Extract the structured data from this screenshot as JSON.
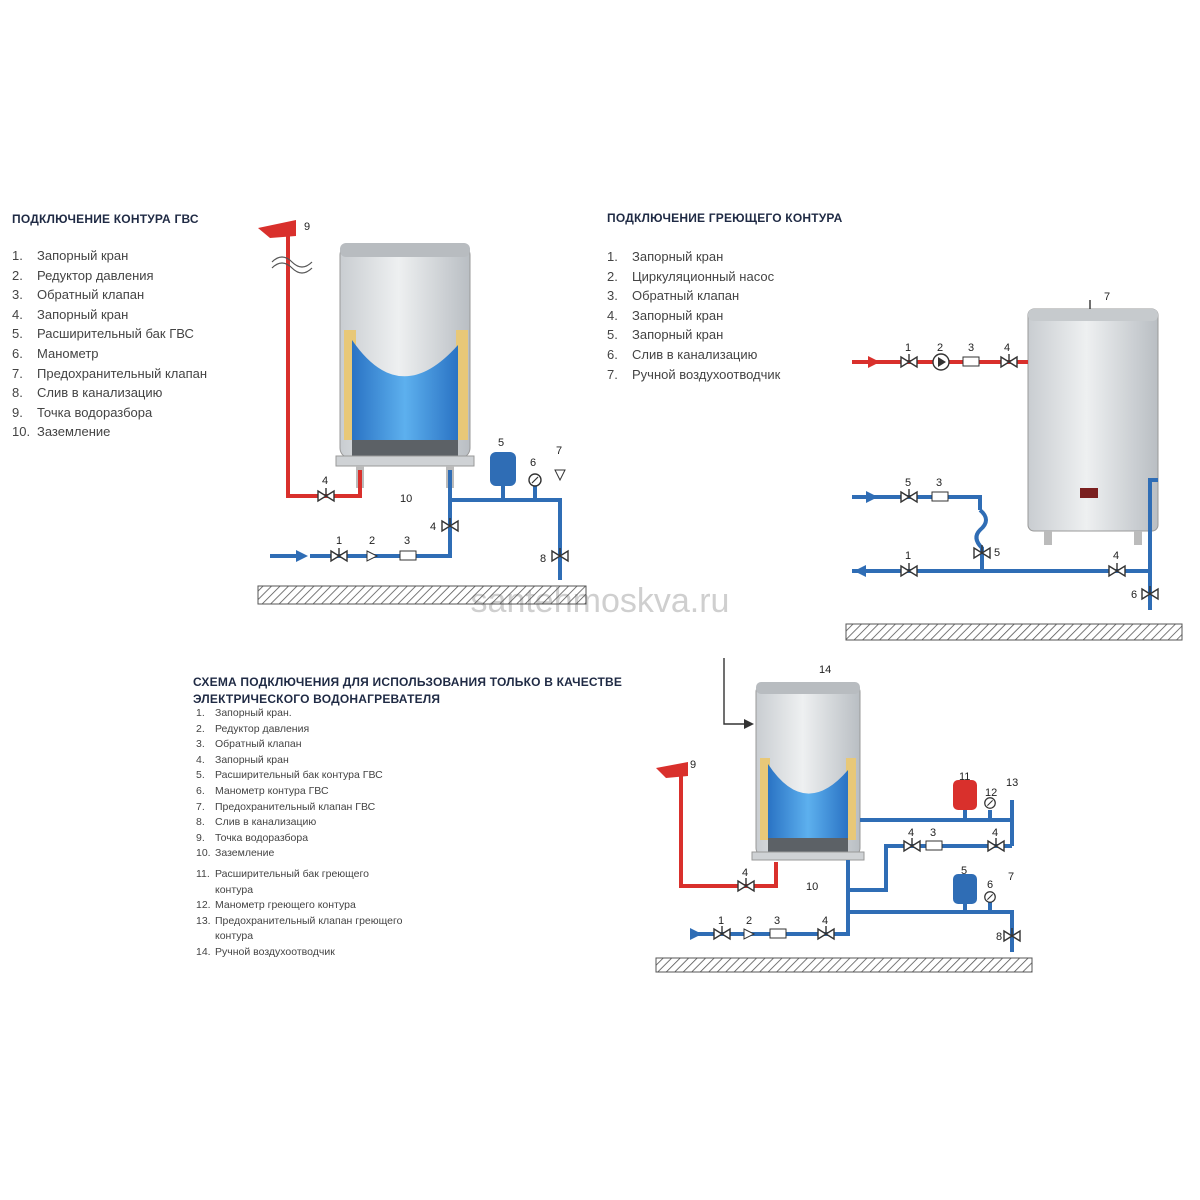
{
  "dhw_section": {
    "title": "ПОДКЛЮЧЕНИЕ КОНТУРА ГВС",
    "items": [
      {
        "num": "1.",
        "text": "Запорный кран"
      },
      {
        "num": "2.",
        "text": "Редуктор давления"
      },
      {
        "num": "3.",
        "text": "Обратный клапан"
      },
      {
        "num": "4.",
        "text": "Запорный кран"
      },
      {
        "num": "5.",
        "text": "Расширительный бак ГВС"
      },
      {
        "num": "6.",
        "text": "Манометр"
      },
      {
        "num": "7.",
        "text": "Предохранительный клапан"
      },
      {
        "num": "8.",
        "text": "Слив в канализацию"
      },
      {
        "num": "9.",
        "text": "Точка водоразбора"
      },
      {
        "num": "10.",
        "text": "Заземление"
      }
    ]
  },
  "heating_section": {
    "title": "ПОДКЛЮЧЕНИЕ ГРЕЮЩЕГО КОНТУРА",
    "items": [
      {
        "num": "1.",
        "text": "Запорный кран"
      },
      {
        "num": "2.",
        "text": "Циркуляционный насос"
      },
      {
        "num": "3.",
        "text": "Обратный клапан"
      },
      {
        "num": "4.",
        "text": "Запорный кран"
      },
      {
        "num": "5.",
        "text": "Запорный кран"
      },
      {
        "num": "6.",
        "text": "Слив в канализацию"
      },
      {
        "num": "7.",
        "text": "Ручной воздухоотводчик"
      }
    ]
  },
  "electric_section": {
    "title": "СХЕМА ПОДКЛЮЧЕНИЯ ДЛЯ ИСПОЛЬЗОВАНИЯ ТОЛЬКО В КАЧЕСТВЕ ЭЛЕКТРИЧЕСКОГО ВОДОНАГРЕВАТЕЛЯ",
    "items": [
      {
        "num": "1.",
        "text": "Запорный кран."
      },
      {
        "num": "2.",
        "text": "Редуктор давления"
      },
      {
        "num": "3.",
        "text": "Обратный клапан"
      },
      {
        "num": "4.",
        "text": "Запорный кран"
      },
      {
        "num": "5.",
        "text": "Расширительный бак контура ГВС"
      },
      {
        "num": "6.",
        "text": "Манометр контура ГВС"
      },
      {
        "num": "7.",
        "text": "Предохранительный клапан ГВС"
      },
      {
        "num": "8.",
        "text": "Слив в канализацию"
      },
      {
        "num": "9.",
        "text": "Точка водоразбора"
      },
      {
        "num": "10.",
        "text": "Заземление"
      },
      {
        "num": "11.",
        "text": "Расширительный бак греющего контура"
      },
      {
        "num": "12.",
        "text": "Манометр греющего контура"
      },
      {
        "num": "13.",
        "text": "Предохранительный клапан греющего контура"
      },
      {
        "num": "14.",
        "text": "Ручной воздухоотводчик"
      }
    ]
  },
  "diagram_labels": {
    "d1": [
      "9",
      "4",
      "10",
      "5",
      "6",
      "7",
      "4",
      "1",
      "2",
      "3",
      "8"
    ],
    "d2": [
      "7",
      "1",
      "2",
      "3",
      "4",
      "5",
      "3",
      "1",
      "5",
      "4",
      "6"
    ],
    "d3": [
      "14",
      "9",
      "11",
      "12",
      "13",
      "4",
      "3",
      "4",
      "4",
      "10",
      "5",
      "6",
      "7",
      "1",
      "2",
      "3",
      "4",
      "8"
    ]
  },
  "watermark": "santehmoskva.ru",
  "colors": {
    "cold_pipe": "#2f6db5",
    "hot_pipe": "#d9302c",
    "tank_water": "#3f8fd6",
    "tank_shell": "#dadde0",
    "insulation": "#e8c878",
    "ground_hatch": "#555555",
    "heading": "#1f2a44"
  }
}
